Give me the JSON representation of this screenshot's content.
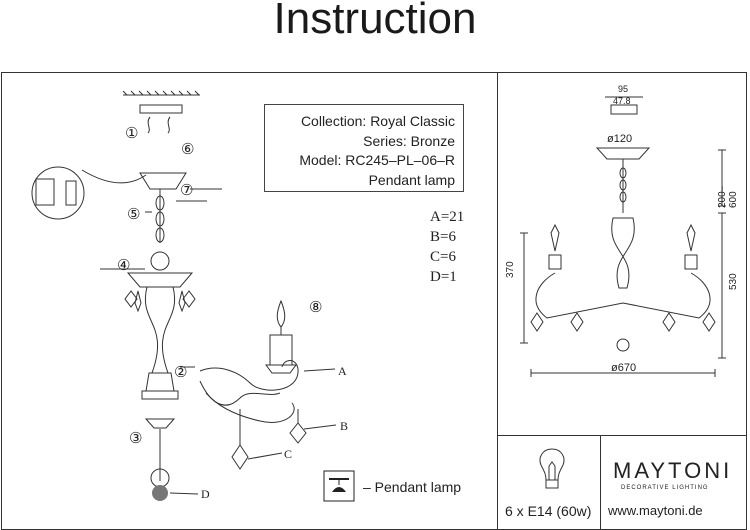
{
  "header": {
    "title": "Instruction"
  },
  "info": {
    "collection": "Collection: Royal Classic",
    "series": "Series: Bronze",
    "model": "Model: RC245–PL–06–R",
    "type": "Pendant lamp"
  },
  "parts": [
    {
      "code": "A=21"
    },
    {
      "code": "B=6"
    },
    {
      "code": "C=6"
    },
    {
      "code": "D=1"
    }
  ],
  "markers": {
    "a": "A",
    "b": "B",
    "c": "C",
    "d": "D"
  },
  "steps": [
    "①",
    "②",
    "③",
    "④",
    "⑤",
    "⑥",
    "⑦",
    "⑧"
  ],
  "dimensions": {
    "top_width": "95",
    "top_inner": "47.8",
    "canopy": "ø120",
    "chain": "200–600",
    "height_left": "370",
    "height_right": "530",
    "diameter": "ø670"
  },
  "legend": {
    "label": "– Pendant lamp"
  },
  "bulb": {
    "spec": "6 x E14 (60w)"
  },
  "brand": {
    "name": "MAYTONI",
    "tagline": "DECORATIVE LIGHTING",
    "website": "www.maytoni.de"
  }
}
